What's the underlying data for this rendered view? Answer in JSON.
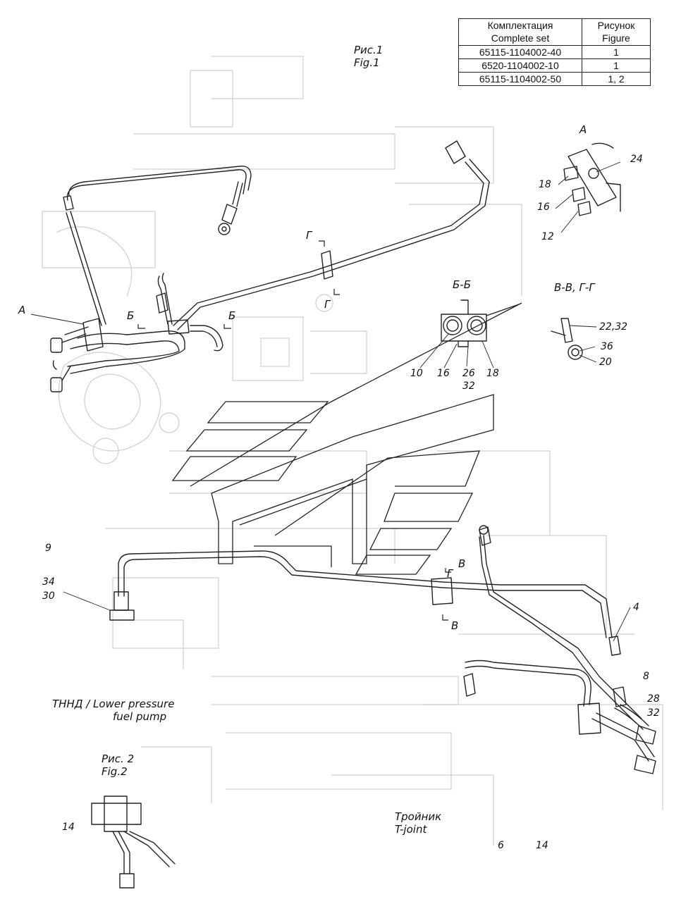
{
  "table": {
    "headers": [
      [
        "Комплектация",
        "Complete set"
      ],
      [
        "Рисунок",
        "Figure"
      ]
    ],
    "rows": [
      {
        "set": "65115-1104002-40",
        "figure": "1"
      },
      {
        "set": "6520-1104002-10",
        "figure": "1"
      },
      {
        "set": "65115-1104002-50",
        "figure": "1, 2"
      }
    ]
  },
  "figures": {
    "fig1": [
      "Рис.1",
      "Fig.1"
    ],
    "fig2": [
      "Рис. 2",
      "Fig.2"
    ]
  },
  "views": {
    "a": "А",
    "bb": "Б-Б",
    "vv_gg": "В-В, Г-Г"
  },
  "section_marks": {
    "b": "Б",
    "g": "Г",
    "v": "В",
    "a": "А"
  },
  "callouts": {
    "n24": "24",
    "n18": "18",
    "n16": "16",
    "n12": "12",
    "n22_32": "22,32",
    "n36": "36",
    "n20": "20",
    "n10": "10",
    "n16b": "16",
    "n26": "26",
    "n32": "32",
    "n18b": "18",
    "n9": "9",
    "n34": "34",
    "n30": "30",
    "n4": "4",
    "n8": "8",
    "n28": "28",
    "n32b": "32",
    "n14": "14",
    "n6": "6",
    "n14b": "14"
  },
  "captions": {
    "pump": [
      "ТННД / Lower pressure",
      "fuel pump"
    ],
    "tjoint": [
      "Тройник",
      "T-joint"
    ]
  },
  "colors": {
    "line": "#222222",
    "faint": "#c8c8c8",
    "brand_logo": "#222222"
  }
}
